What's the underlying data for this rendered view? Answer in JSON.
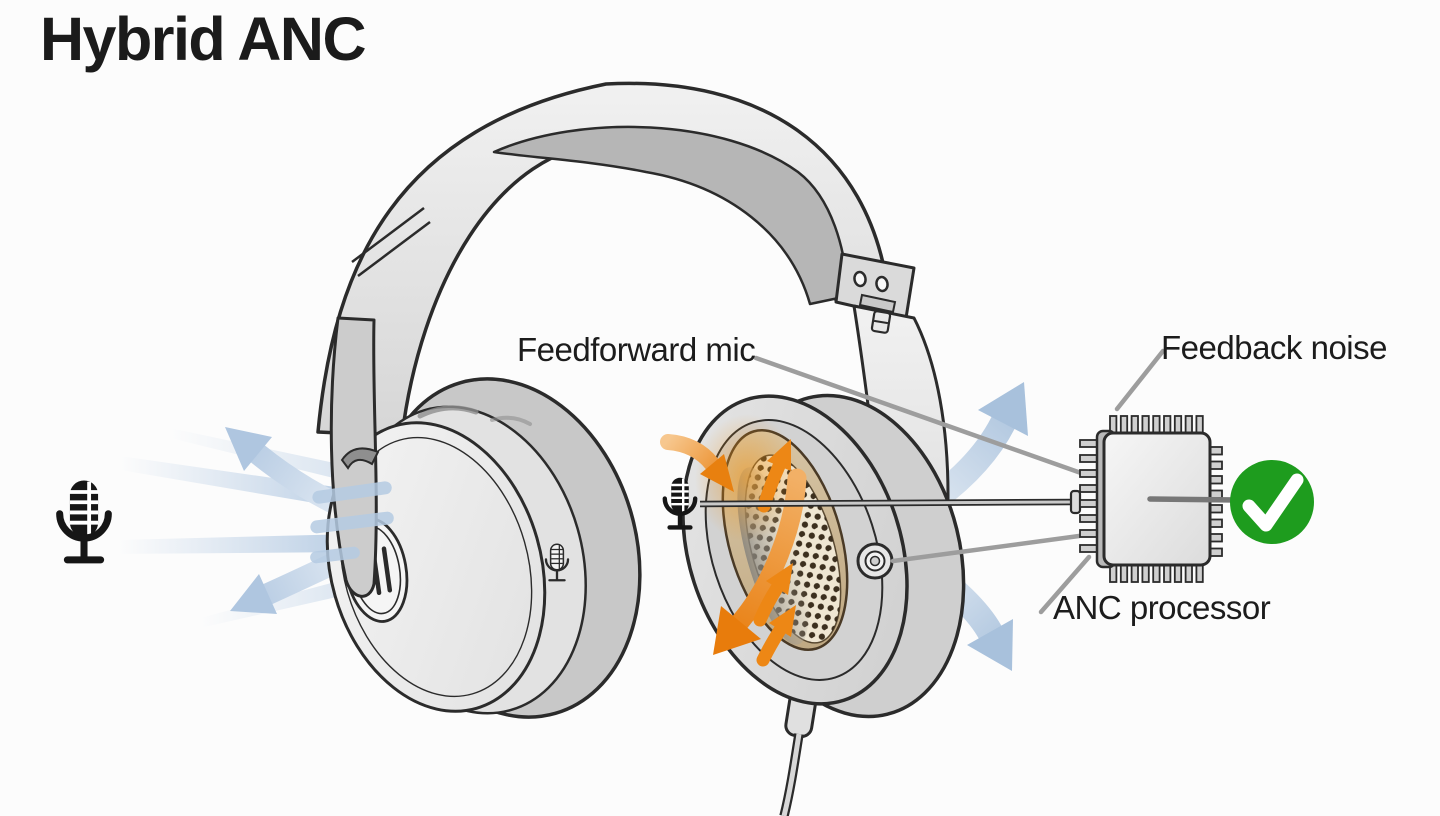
{
  "title": "Hybrid ANC",
  "labels": {
    "feedforward_mic": "Feedforward mic",
    "feedback_noise": "Feedback noise",
    "anc_processor": "ANC processor"
  },
  "icons": {
    "ambient_noise_mic": "microphone-icon",
    "feedforward_mic": "microphone-icon",
    "earcup_mic_badge": "microphone-icon",
    "processor": "chip-icon",
    "result": "check-circle-icon"
  },
  "colors": {
    "noise_arrow_blue": "#AFC6E0",
    "internal_arrow_orange": "#ED8315",
    "check_green": "#1E9C1E",
    "leader_line_gray": "#9D9D9D",
    "outline_dark": "#2B2B2B",
    "earpad_tan": "#CDB691",
    "mesh_cream": "#EFE6D2"
  }
}
